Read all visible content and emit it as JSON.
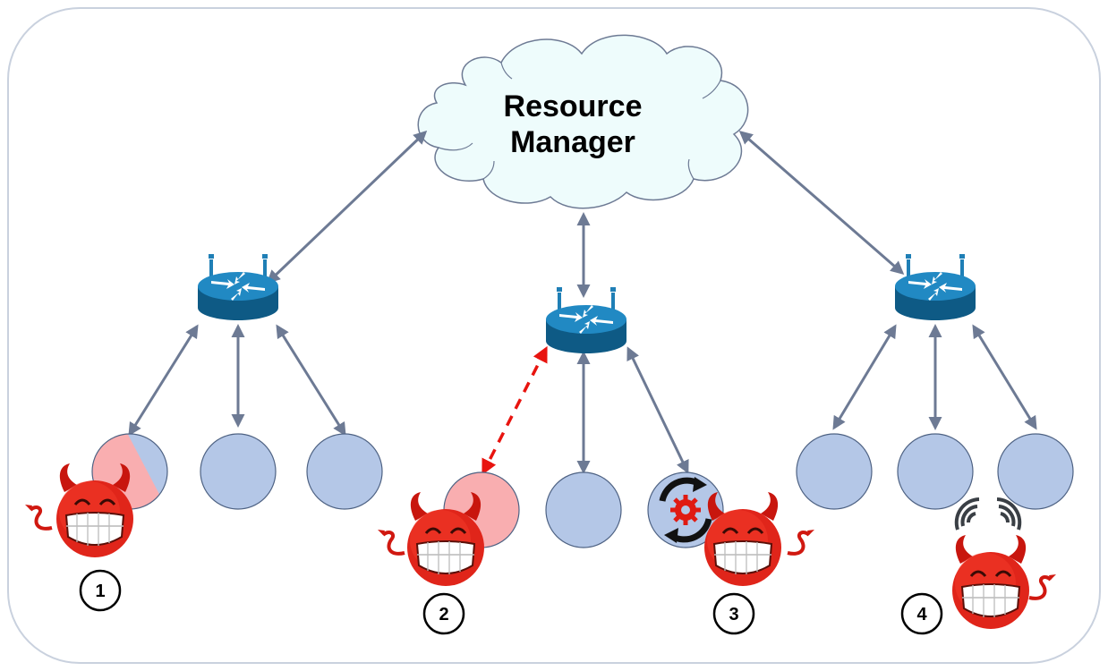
{
  "resource_manager": {
    "line1": "Resource",
    "line2": "Manager"
  },
  "badges": [
    "1",
    "2",
    "3",
    "4"
  ],
  "icons": {
    "router": "router-icon",
    "attacker": "devil-icon",
    "compromised_process": "gear-cycle-icon",
    "signal": "wireless-signal-icon"
  },
  "colors": {
    "node": "#B4C7E7",
    "node_compromised": "#F9AEB0",
    "router": "#1F7FB6",
    "arrow": "#6D7A94",
    "attack_link": "#E8140F",
    "cloud_fill": "#EEFCFC",
    "frame": "#C9D1DE"
  }
}
